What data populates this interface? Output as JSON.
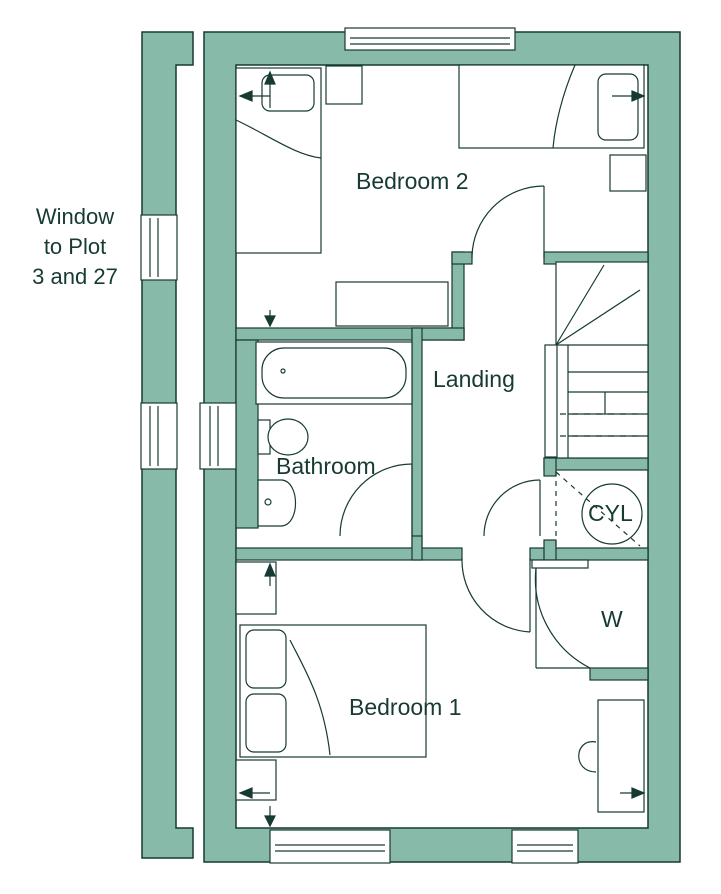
{
  "colors": {
    "wall": "#87baa8",
    "line": "#173a33",
    "background": "#ffffff"
  },
  "rooms": {
    "bedroom2": "Bedroom 2",
    "landing": "Landing",
    "bathroom": "Bathroom",
    "cylinder": "CYL",
    "wardrobe": "W",
    "bedroom1": "Bedroom 1"
  },
  "note": {
    "line1": "Window",
    "line2": "to Plot",
    "line3": "3 and 27"
  }
}
